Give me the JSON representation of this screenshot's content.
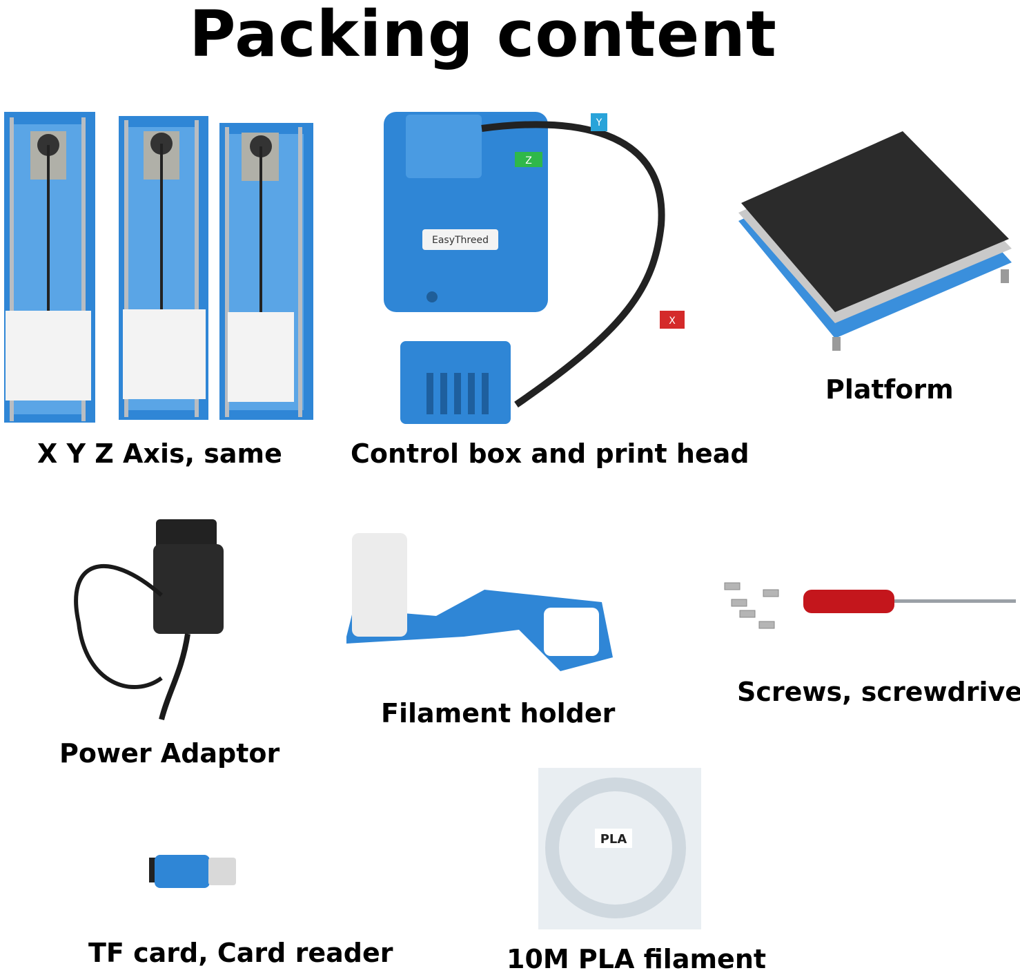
{
  "title": "Packing content",
  "items": [
    {
      "label": "X Y Z Axis, same"
    },
    {
      "label": "Control box and print head"
    },
    {
      "label": "Platform"
    },
    {
      "label": "Power Adaptor"
    },
    {
      "label": "Filament holder"
    },
    {
      "label": "Screws, screwdriver"
    },
    {
      "label": "TF card, Card reader"
    },
    {
      "label": "10M PLA filament"
    }
  ],
  "brand_text": "EasyThreed",
  "connector_tags": [
    "Y",
    "Z",
    "X"
  ],
  "filament_tag": "PLA",
  "colors": {
    "product_blue": "#2f86d6",
    "bed_black": "#2b2b2b",
    "handle_red": "#c4161c"
  }
}
